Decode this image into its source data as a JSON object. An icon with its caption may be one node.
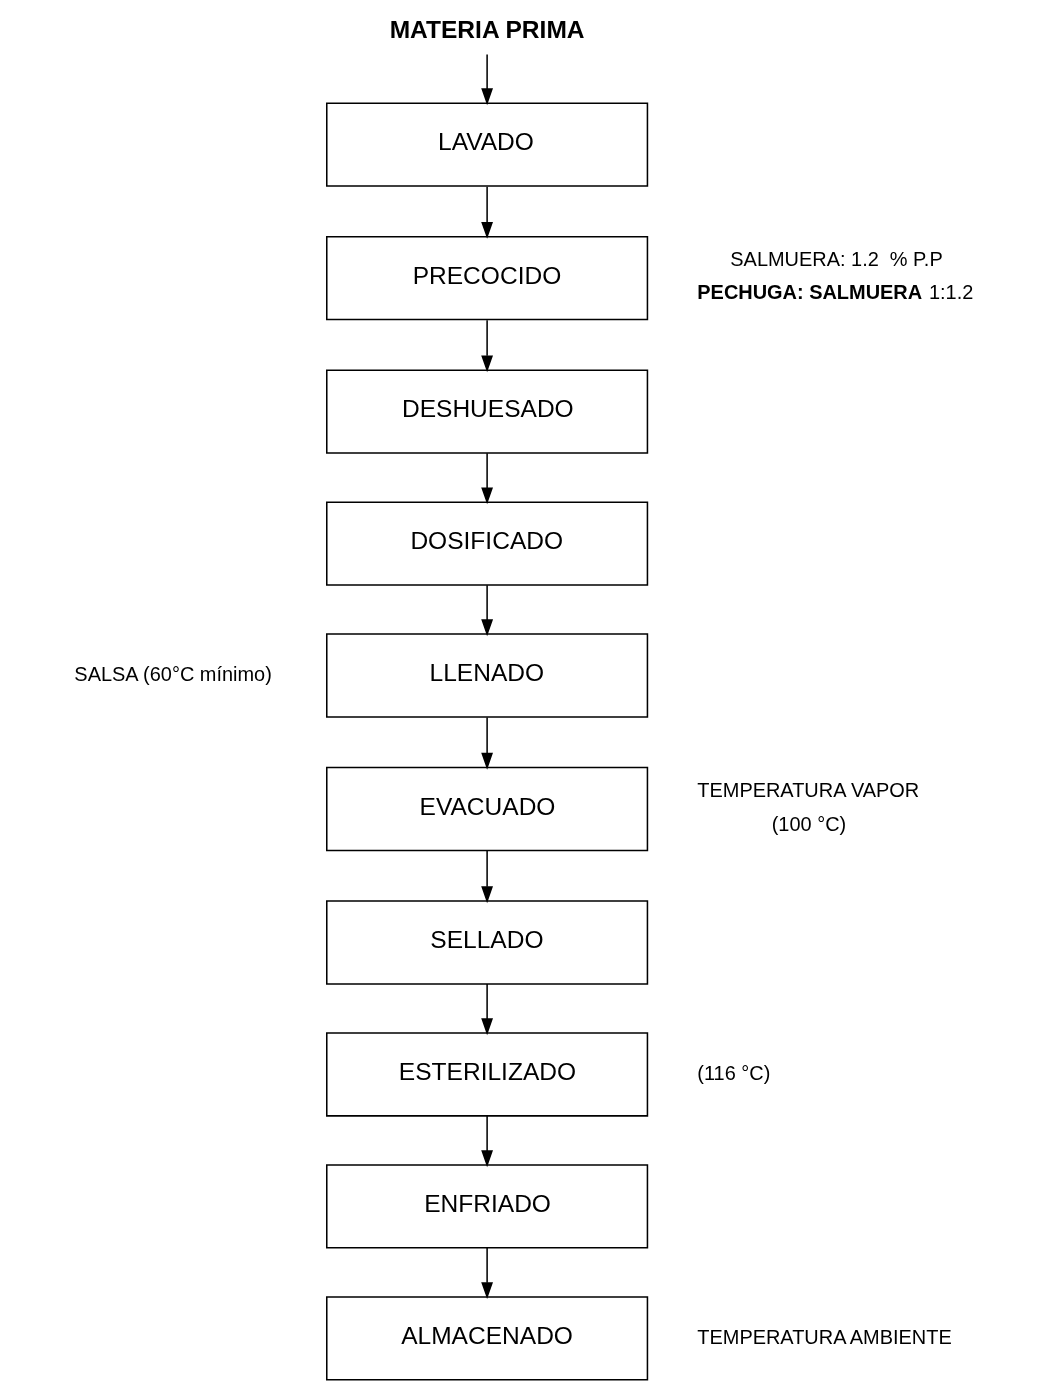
{
  "diagram": {
    "nodes": [
      {
        "text": [
          "MATERIA PRIMA"
        ]
      },
      {
        "text": [
          "LAVADO"
        ]
      },
      {
        "text": [
          "PRECOCIDO"
        ],
        "beside": [
          "SALMUERA: 1.2  % P.P",
          "**PECHUGA: SALMUERA** 1:1.2"
        ]
      },
      {
        "text": [
          "DESHUESADO"
        ]
      },
      {
        "text": [
          "DOSIFICADO"
        ]
      },
      {
        "text": [
          "LLENADO"
        ],
        "beside": [
          "SALSA (60°C mínimo)"
        ]
      },
      {
        "text": [
          "EVACUADO"
        ],
        "beside": [
          "TEMPERATURA VAPOR",
          "(100 °C)"
        ]
      },
      {
        "text": [
          "SELLADO"
        ]
      },
      {
        "text": [
          "ESTERILIZADO"
        ],
        "beside": [
          "(116 °C)"
        ]
      },
      {
        "text": [
          "ENFRIADO"
        ]
      },
      {
        "text": [
          "ALMACENADO"
        ],
        "beside": [
          "TEMPERATURA AMBIENTE"
        ]
      }
    ],
    "edges": [
      {
        "from": 0,
        "to": 1,
        "arrow": "to"
      },
      {
        "from": 1,
        "to": 2,
        "arrow": "to"
      },
      {
        "from": 2,
        "to": 3,
        "arrow": "to"
      },
      {
        "from": 3,
        "to": 4,
        "arrow": "to"
      },
      {
        "from": 4,
        "to": 5,
        "arrow": "to"
      },
      {
        "from": 5,
        "to": 6,
        "arrow": "to"
      },
      {
        "from": 6,
        "to": 7,
        "arrow": "to"
      },
      {
        "from": 7,
        "to": 8,
        "arrow": "to"
      },
      {
        "from": 8,
        "to": 9,
        "arrow": "to"
      },
      {
        "from": 9,
        "to": 10,
        "arrow": "to"
      }
    ]
  }
}
